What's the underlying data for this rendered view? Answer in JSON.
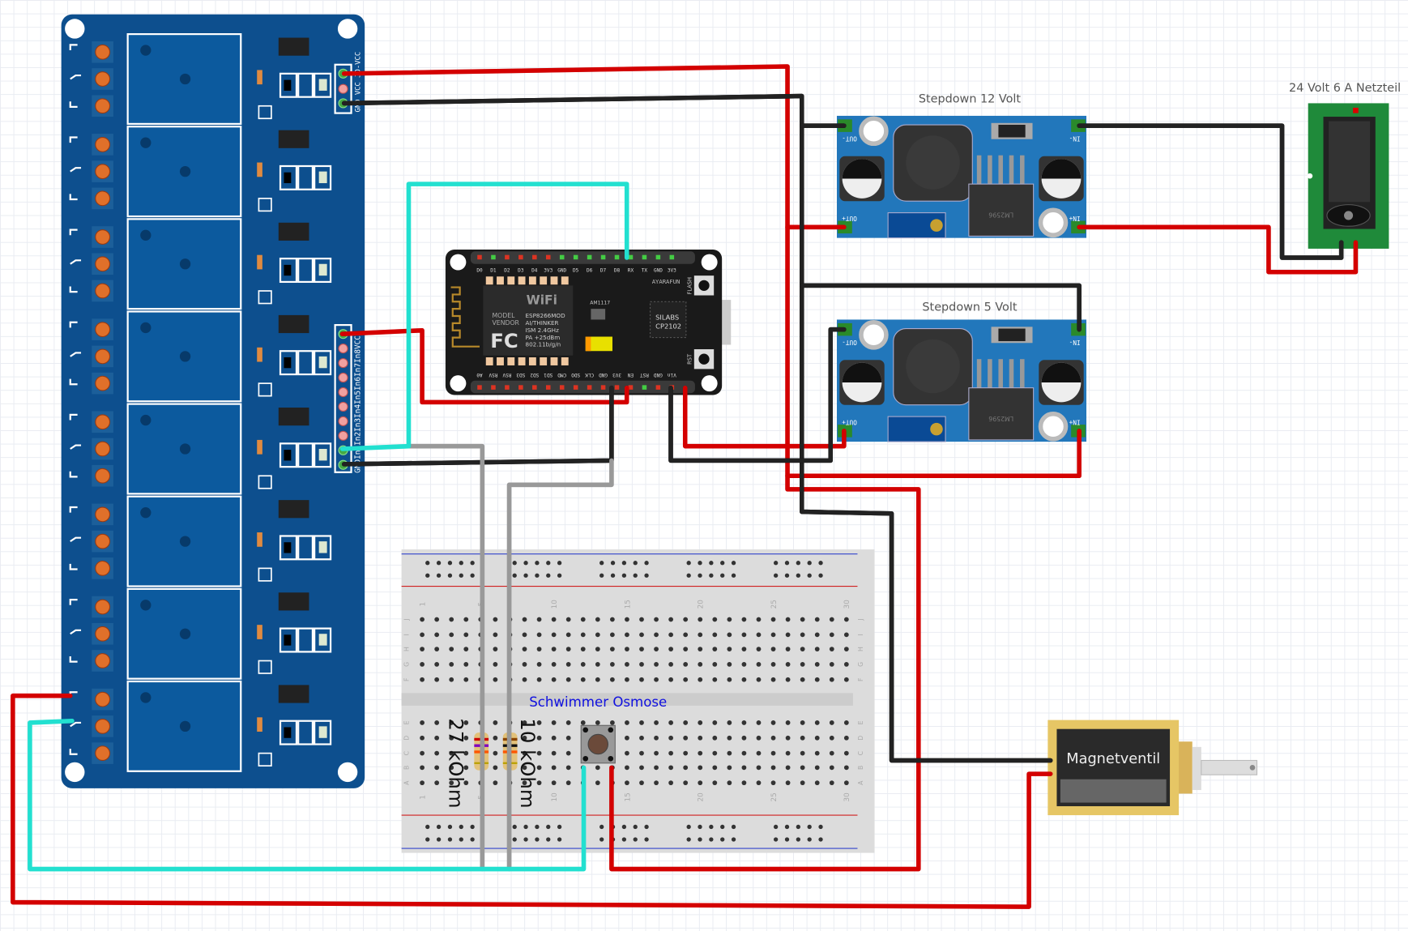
{
  "labels": {
    "stepdown12": "Stepdown 12 Volt",
    "stepdown5": "Stepdown 5 Volt",
    "psu": "24 Volt 6 A Netzteil",
    "valve": "Magnetventil",
    "button": "Schwimmer Osmose",
    "r1": "27 kOhm",
    "r2": "10 kOhm"
  },
  "relay_board": {
    "power_header": [
      "JD-VCC",
      "VCC",
      "GND"
    ],
    "input_header": [
      "GND",
      "In1",
      "In2",
      "In3",
      "In4",
      "In5",
      "In6",
      "In7",
      "In8",
      "VCC"
    ],
    "relay_count": 8
  },
  "esp": {
    "top_pins": [
      "D0",
      "D1",
      "D2",
      "D3",
      "D4",
      "3V3",
      "GND",
      "D5",
      "D6",
      "D7",
      "D8",
      "RX",
      "TX",
      "GND",
      "3V3"
    ],
    "bottom_pins": [
      "A0",
      "RSV",
      "RSV",
      "SD3",
      "SD2",
      "SD1",
      "CMD",
      "SDO",
      "CLK",
      "GND",
      "3V3",
      "EN",
      "RST",
      "GND",
      "Vin"
    ],
    "module_lines": [
      "ESP8266MOD",
      "AI/THINKER",
      "ISM 2.4GHz",
      "PA +25dBm",
      "802.11b/g/n"
    ],
    "model": "MODEL",
    "vendor": "VENDOR",
    "wifi": "WiFi",
    "fcc": "FC",
    "regulator": "AM1117",
    "brand": "AYARAFUN",
    "usb_chip": [
      "SILABS",
      "CP2102"
    ],
    "flash": "FLASH",
    "rst": "RST"
  },
  "stepdown": {
    "out_minus": "OUT-",
    "out_plus": "OUT+",
    "in_minus": "IN-",
    "in_plus": "IN+",
    "chip": "LM2596"
  },
  "breadboard": {
    "column_numbers": [
      "1",
      "5",
      "10",
      "15",
      "20",
      "25",
      "30"
    ],
    "rows_top": [
      "J",
      "I",
      "H",
      "G",
      "F"
    ],
    "rows_bottom": [
      "E",
      "D",
      "C",
      "B",
      "A"
    ]
  },
  "colors": {
    "red": "#d40000",
    "black": "#222222",
    "cyan": "#22e0d0",
    "gray": "#999999",
    "board_blue": "#0d4f8e",
    "stepdown_blue": "#2277bb"
  }
}
